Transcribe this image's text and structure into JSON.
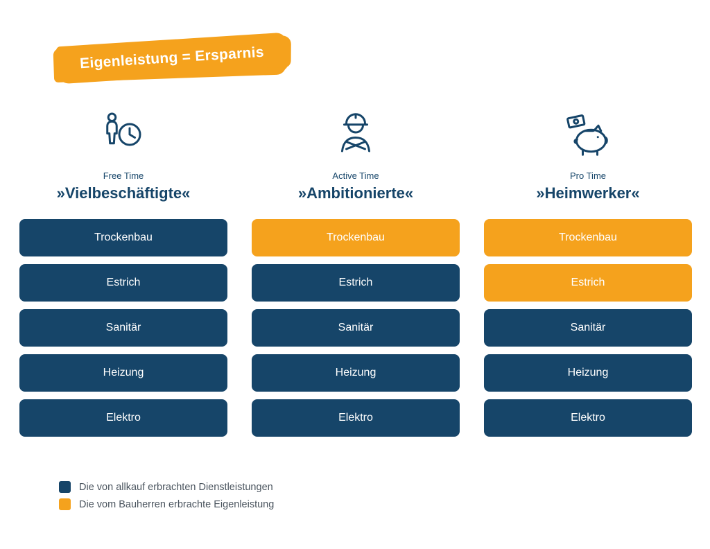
{
  "banner": {
    "label": "Eigenleistung = Ersparnis"
  },
  "colors": {
    "navy": "#164569",
    "orange": "#F5A21D",
    "legend_text": "#4A545E"
  },
  "columns": [
    {
      "icon": "person-with-clock-icon",
      "subtitle": "Free Time",
      "title": "»Vielbeschäftigte«",
      "items": [
        {
          "label": "Trockenbau",
          "type": "service"
        },
        {
          "label": "Estrich",
          "type": "service"
        },
        {
          "label": "Sanitär",
          "type": "service"
        },
        {
          "label": "Heizung",
          "type": "service"
        },
        {
          "label": "Elektro",
          "type": "service"
        }
      ]
    },
    {
      "icon": "construction-worker-icon",
      "subtitle": "Active Time",
      "title": "»Ambitionierte«",
      "items": [
        {
          "label": "Trockenbau",
          "type": "self"
        },
        {
          "label": "Estrich",
          "type": "service"
        },
        {
          "label": "Sanitär",
          "type": "service"
        },
        {
          "label": "Heizung",
          "type": "service"
        },
        {
          "label": "Elektro",
          "type": "service"
        }
      ]
    },
    {
      "icon": "piggy-bank-icon",
      "subtitle": "Pro Time",
      "title": "»Heimwerker«",
      "items": [
        {
          "label": "Trockenbau",
          "type": "self"
        },
        {
          "label": "Estrich",
          "type": "self"
        },
        {
          "label": "Sanitär",
          "type": "service"
        },
        {
          "label": "Heizung",
          "type": "service"
        },
        {
          "label": "Elektro",
          "type": "service"
        }
      ]
    }
  ],
  "legend": [
    {
      "type": "service",
      "label": "Die von allkauf erbrachten Dienstleistungen"
    },
    {
      "type": "self",
      "label": "Die vom Bauherren erbrachte Eigenleistung"
    }
  ]
}
